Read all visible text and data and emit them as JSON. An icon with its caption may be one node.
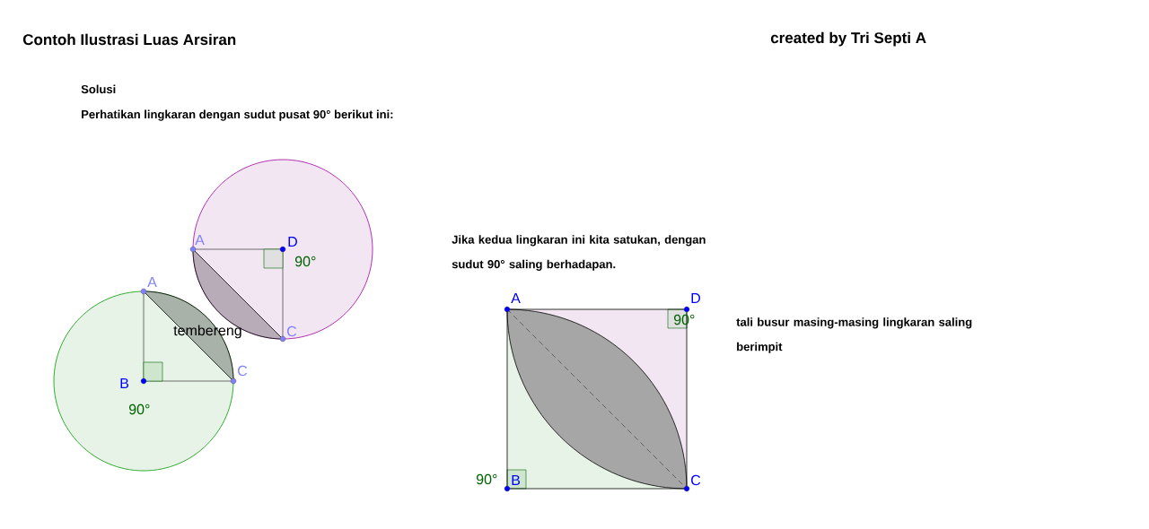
{
  "diagram": {
    "title": "Contoh Ilustrasi Luas Arsiran",
    "labels": [
      "created by Tri Septi A",
      "Solusi",
      "Perhatikan lingkaran dengan sudut pusat 90° berikut ini:",
      "A",
      "D",
      "90°",
      "A",
      "tembereng",
      "C",
      "C",
      "B",
      "90°",
      "Jika kedua lingkaran ini kita satukan, dengan sudut 90° saling berhadapan.",
      "A",
      "D",
      "90°",
      "tali busur masing-masing lingkaran saling berimpit",
      "90°",
      "B",
      "C"
    ]
  }
}
